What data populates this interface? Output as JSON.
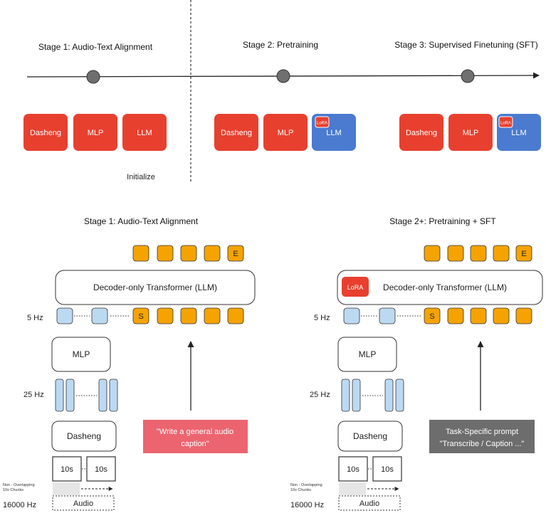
{
  "timeline": {
    "stages": [
      {
        "title": "Stage 1: Audio-Text Alignment",
        "blocks": [
          "Dasheng",
          "MLP",
          "LLM"
        ],
        "lora": false
      },
      {
        "title": "Stage 2: Pretraining",
        "blocks": [
          "Dasheng",
          "MLP",
          "LLM"
        ],
        "lora": true
      },
      {
        "title": "Stage 3: Supervised Finetuning (SFT)",
        "blocks": [
          "Dasheng",
          "MLP",
          "LLM"
        ],
        "lora": true
      }
    ],
    "initialize_label": "Initialize",
    "lora_tag": "LoRA"
  },
  "stage1_detail": {
    "title": "Stage 1: Audio-Text Alignment",
    "output_token_last": "E",
    "transformer_label": "Decoder-only Transformer (LLM)",
    "start_token": "S",
    "rate_5hz": "5 Hz",
    "mlp_label": "MLP",
    "rate_25hz": "25 Hz",
    "encoder_label": "Dasheng",
    "prompt": [
      "\"Write a general audio",
      "caption\""
    ],
    "chunk_label": "10s",
    "chunk_note": [
      "Non - Overlapping",
      "10s Chunks"
    ],
    "audio_label": "Audio",
    "sample_rate": "16000 Hz"
  },
  "stage2_detail": {
    "title": "Stage 2+: Pretraining + SFT",
    "output_token_last": "E",
    "lora_label": "LoRA",
    "transformer_label": "Decoder-only Transformer (LLM)",
    "start_token": "S",
    "rate_5hz": "5 Hz",
    "mlp_label": "MLP",
    "rate_25hz": "25 Hz",
    "encoder_label": "Dasheng",
    "prompt": [
      "Task-Specific prompt",
      "\"Transcribe / Caption ...\""
    ],
    "chunk_label": "10s",
    "chunk_note": [
      "Non - Overlapping",
      "10s Chunks"
    ],
    "audio_label": "Audio",
    "sample_rate": "16000 Hz"
  },
  "colors": {
    "frozen_red": "#e8402f",
    "trainable_blue": "#4a7bd0",
    "token_orange": "#f5a300",
    "audio_token_blue": "#bcd9f2",
    "prompt_pink": "#ec6470",
    "prompt_gray": "#6d6d6d",
    "node_gray": "#6f6f6f"
  }
}
